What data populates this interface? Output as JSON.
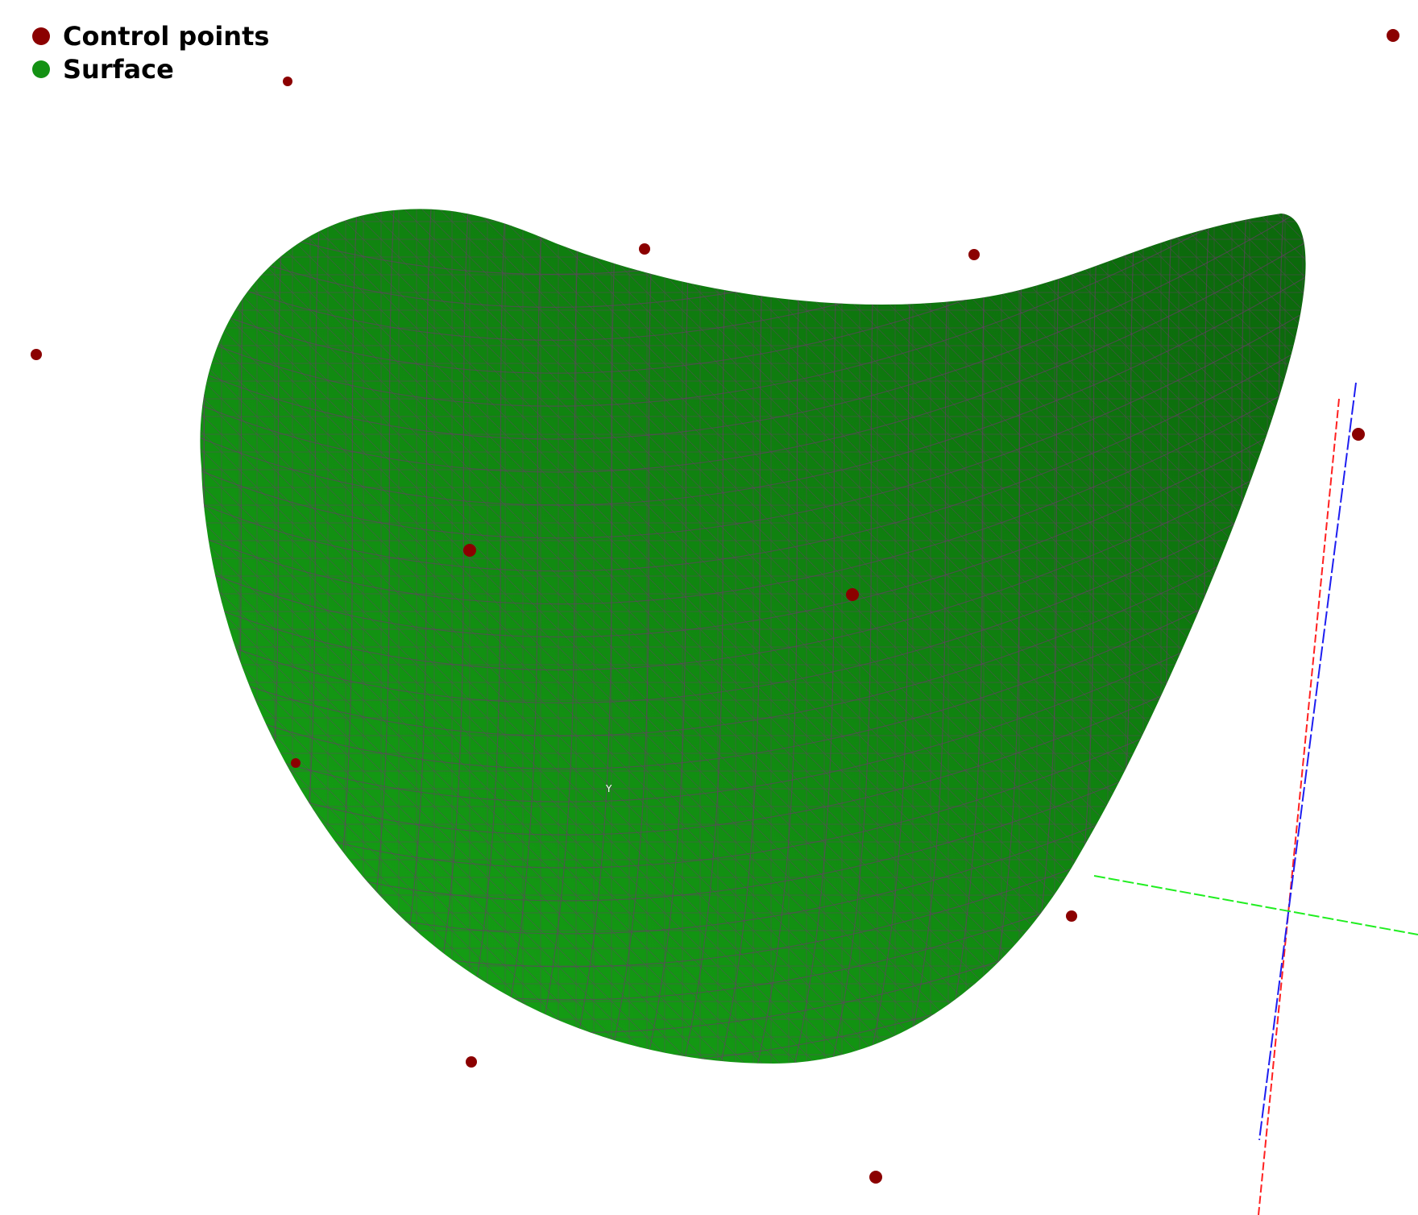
{
  "legend": {
    "items": [
      {
        "label": "Control points",
        "color": "#8b0000"
      },
      {
        "label": "Surface",
        "color": "#149114"
      }
    ]
  },
  "axis_label": "Y",
  "colors": {
    "background": "#ffffff",
    "surface_fill_light": "#149e14",
    "surface_fill_dark": "#0c6a0c",
    "mesh_line": "#6b3a6b",
    "control_point": "#8b0000",
    "axis_x": "#ff2020",
    "axis_y": "#20ee20",
    "axis_z": "#1e1ef0"
  },
  "control_point_count": 13
}
